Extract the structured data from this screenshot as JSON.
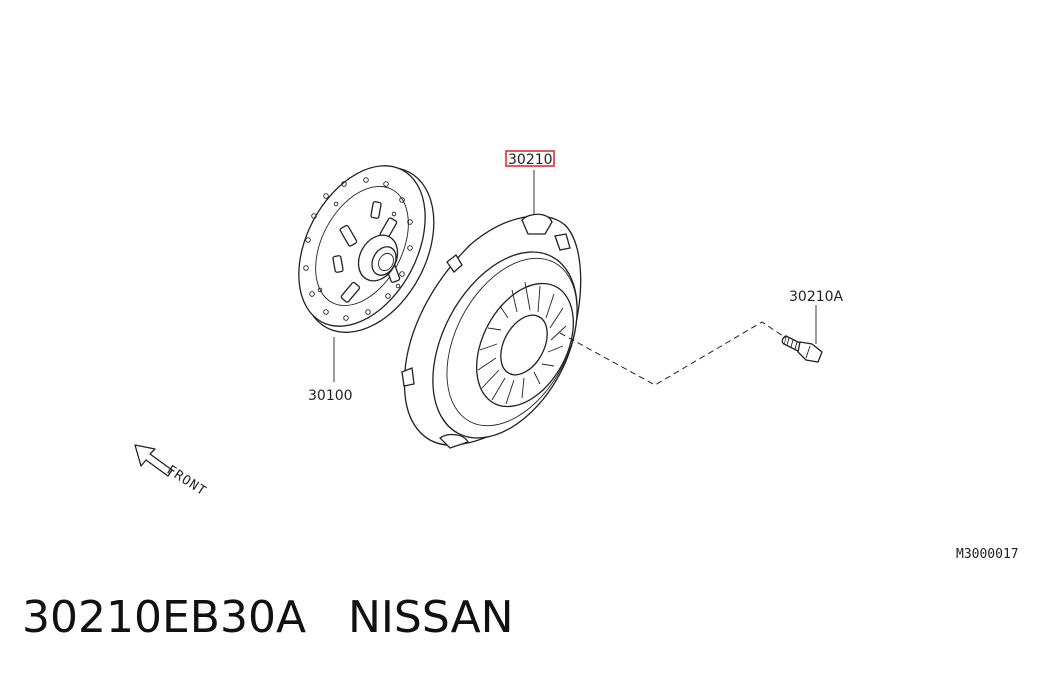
{
  "parts": {
    "pressure_plate": "30210",
    "clutch_disc": "30100",
    "bolt": "30210A"
  },
  "direction_label": "FRONT",
  "drawing_id": "M3000017",
  "caption": {
    "part_number": "30210EB30A",
    "brand": "NISSAN"
  },
  "colors": {
    "highlight": "#e03030",
    "line": "#222222"
  }
}
